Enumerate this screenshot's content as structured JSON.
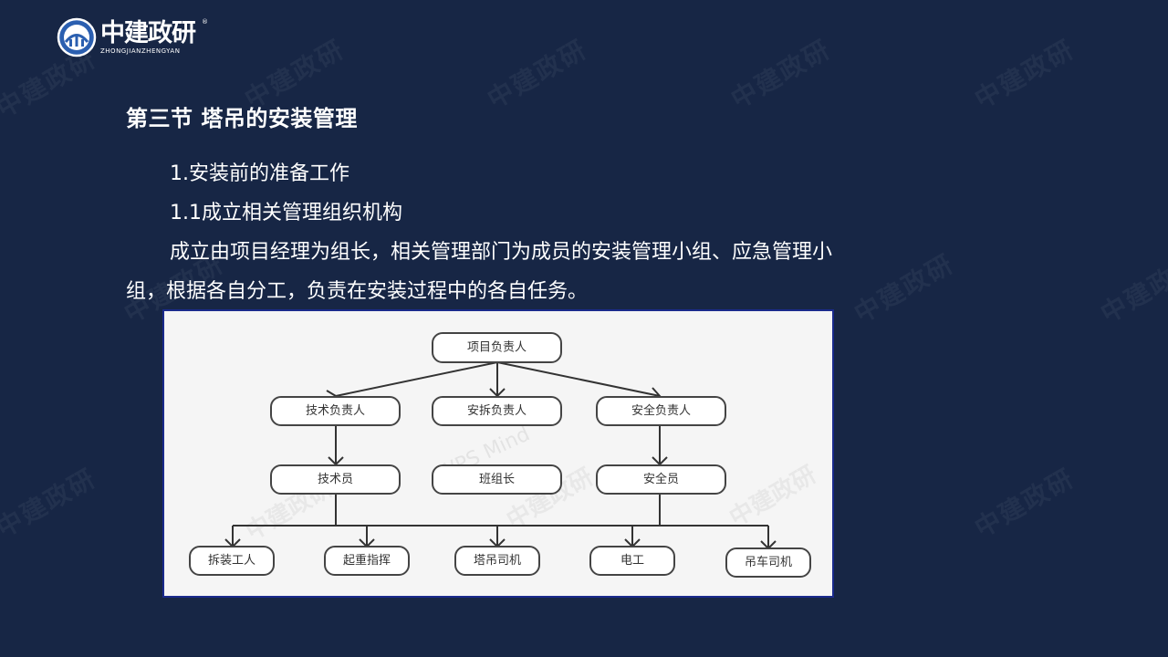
{
  "logo": {
    "name_cn": "中建政研",
    "name_en": "ZHONGJIANZHENGYAN",
    "registered": "®"
  },
  "watermark": {
    "text": "中建政研"
  },
  "slide": {
    "title": "第三节 塔吊的安装管理",
    "lines": [
      "1.安装前的准备工作",
      "1.1成立相关管理组织机构",
      "成立由项目经理为组长，相关管理部门为成员的安装管理小组、应急管理小",
      "组，根据各自分工，负责在安装过程中的各自任务。"
    ]
  },
  "org_chart": {
    "top": "项目负责人",
    "managers": [
      "技术负责人",
      "安拆负责人",
      "安全负责人"
    ],
    "staff": [
      "技术员",
      "班组长",
      "安全员"
    ],
    "workers": [
      "拆装工人",
      "起重指挥",
      "塔吊司机",
      "电工",
      "吊车司机"
    ],
    "image_watermark": "WPS Mind"
  },
  "colors": {
    "background": "#172645",
    "text": "#ffffff",
    "panel_border": "#1a2a8c",
    "panel_bg": "#f5f5f5"
  }
}
